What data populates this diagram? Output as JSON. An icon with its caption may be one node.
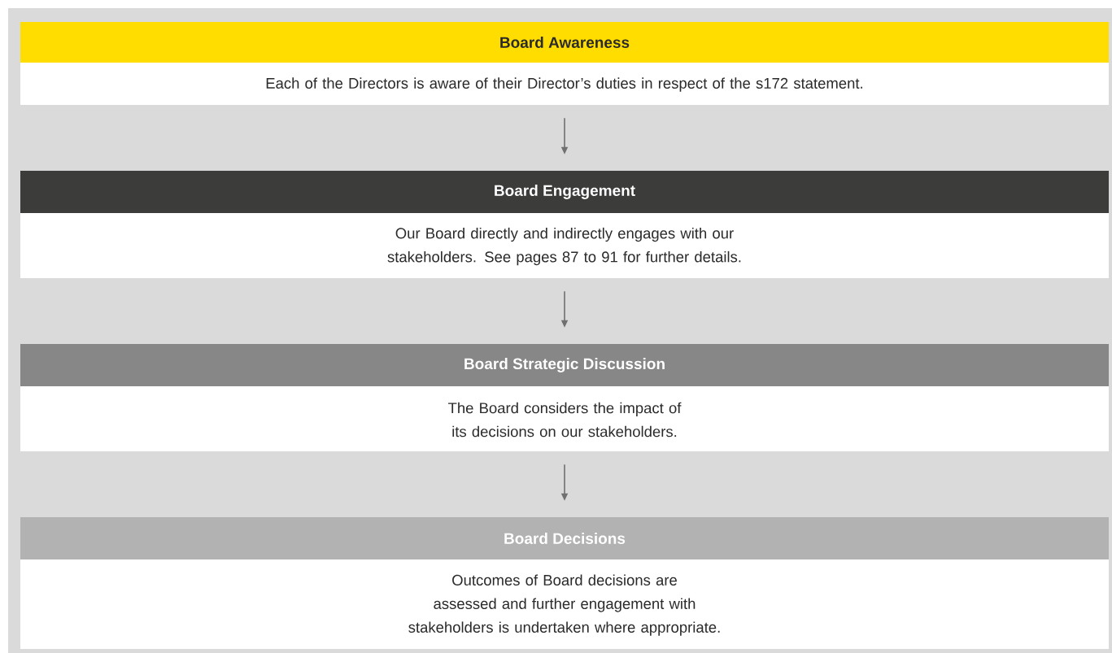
{
  "diagram": {
    "nodes": [
      {
        "text": [
          "Board Awareness",
          "Each of the Directors is aware of their Director’s duties in respect of the s172 statement."
        ]
      },
      {
        "text": [
          "Board Engagement",
          "Our Board directly and indirectly engages with our stakeholders. See pages 87 to 91 for further details."
        ]
      },
      {
        "text": [
          "Board Strategic Discussion",
          "The Board considers the impact of its decisions on our stakeholders."
        ]
      },
      {
        "text": [
          "Board Decisions",
          "Outcomes of Board decisions are assessed and further engagement with stakeholders is undertaken where appropriate."
        ]
      }
    ],
    "edges": [
      {
        "from": 0,
        "to": 1,
        "arrow": "to"
      },
      {
        "from": 1,
        "to": 2,
        "arrow": "to"
      },
      {
        "from": 2,
        "to": 3,
        "arrow": "to"
      }
    ]
  }
}
